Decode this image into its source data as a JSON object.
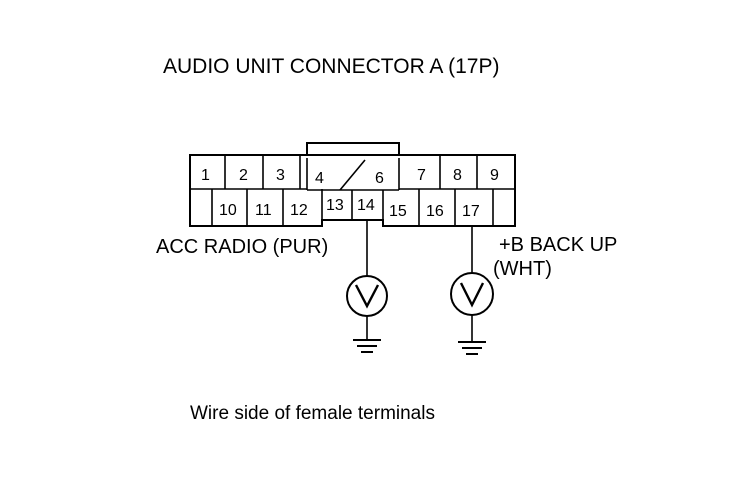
{
  "title": "AUDIO UNIT CONNECTOR A (17P)",
  "caption": "Wire side of female terminals",
  "connector": {
    "top_row": [
      "1",
      "2",
      "3",
      "4",
      "6",
      "7",
      "8",
      "9"
    ],
    "bottom_row": [
      "10",
      "11",
      "12",
      "13",
      "14",
      "15",
      "16",
      "17"
    ]
  },
  "probes": {
    "left": {
      "label": "ACC RADIO (PUR)",
      "terminal": "14",
      "meter": "voltmeter-icon"
    },
    "right": {
      "label_line1": "+B BACK UP",
      "label_line2": "(WHT)",
      "terminal": "17",
      "meter": "voltmeter-icon"
    }
  }
}
